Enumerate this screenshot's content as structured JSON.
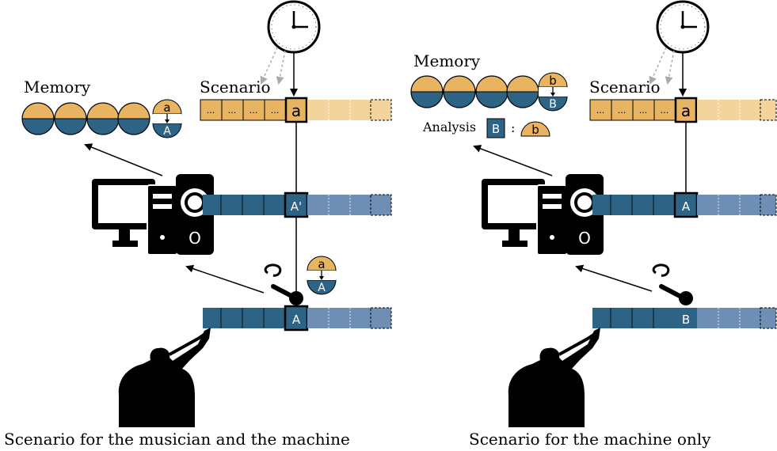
{
  "colors": {
    "orange": "#e9b461",
    "orange_light": "#f3d49d",
    "blue": "#2d6485",
    "blue_light": "#6e8fb3",
    "black": "#000000"
  },
  "left": {
    "caption": "Scenario for the musician and the machine",
    "memory_label": "Memory",
    "scenario_label": "Scenario",
    "scenario_cells": [
      "...",
      "...",
      "...",
      "..."
    ],
    "scenario_current": "a",
    "machine_current": "A'",
    "machine_speaker_label": "O",
    "musician_current": "A",
    "memory_item": {
      "top": "a",
      "bottom": "A"
    },
    "mic_item": {
      "top": "a",
      "bottom": "A"
    }
  },
  "right": {
    "caption": "Scenario for the machine only",
    "memory_label": "Memory",
    "scenario_label": "Scenario",
    "scenario_cells": [
      "...",
      "...",
      "...",
      "..."
    ],
    "scenario_current": "a",
    "machine_current": "A",
    "machine_speaker_label": "O",
    "musician_current": "B",
    "memory_item": {
      "top": "b",
      "bottom": "B"
    },
    "analysis": {
      "label": "Analysis",
      "box": "B",
      "colon": ":",
      "half": "b"
    }
  },
  "icons": [
    "clock-icon",
    "computer-icon",
    "speaker-icon",
    "microphone-icon",
    "trumpet-player-icon"
  ]
}
